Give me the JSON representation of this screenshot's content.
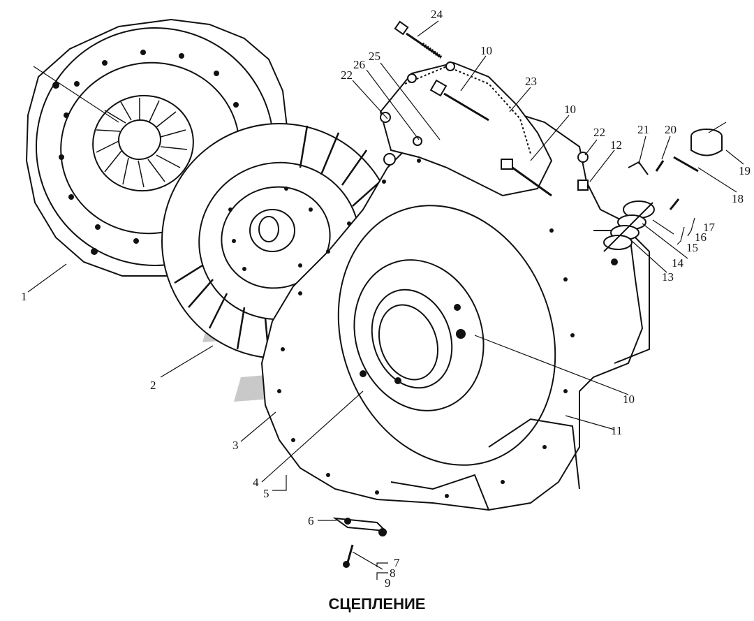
{
  "caption": "СЦЕПЛЕНИЕ",
  "callouts": {
    "c1": "1",
    "c2": "2",
    "c3": "3",
    "c4": "4",
    "c5": "5",
    "c6": "6",
    "c7": "7",
    "c8": "8",
    "c9": "9",
    "c10_top": "10",
    "c10_mid": "10",
    "c10_low": "10",
    "c11": "11",
    "c12": "12",
    "c13": "13",
    "c14": "14",
    "c15": "15",
    "c16": "16",
    "c17": "17",
    "c18": "18",
    "c19": "19",
    "c20": "20",
    "c21": "21",
    "c22_left": "22",
    "c22_right": "22",
    "c23": "23",
    "c24": "24",
    "c25": "25",
    "c26": "26"
  }
}
